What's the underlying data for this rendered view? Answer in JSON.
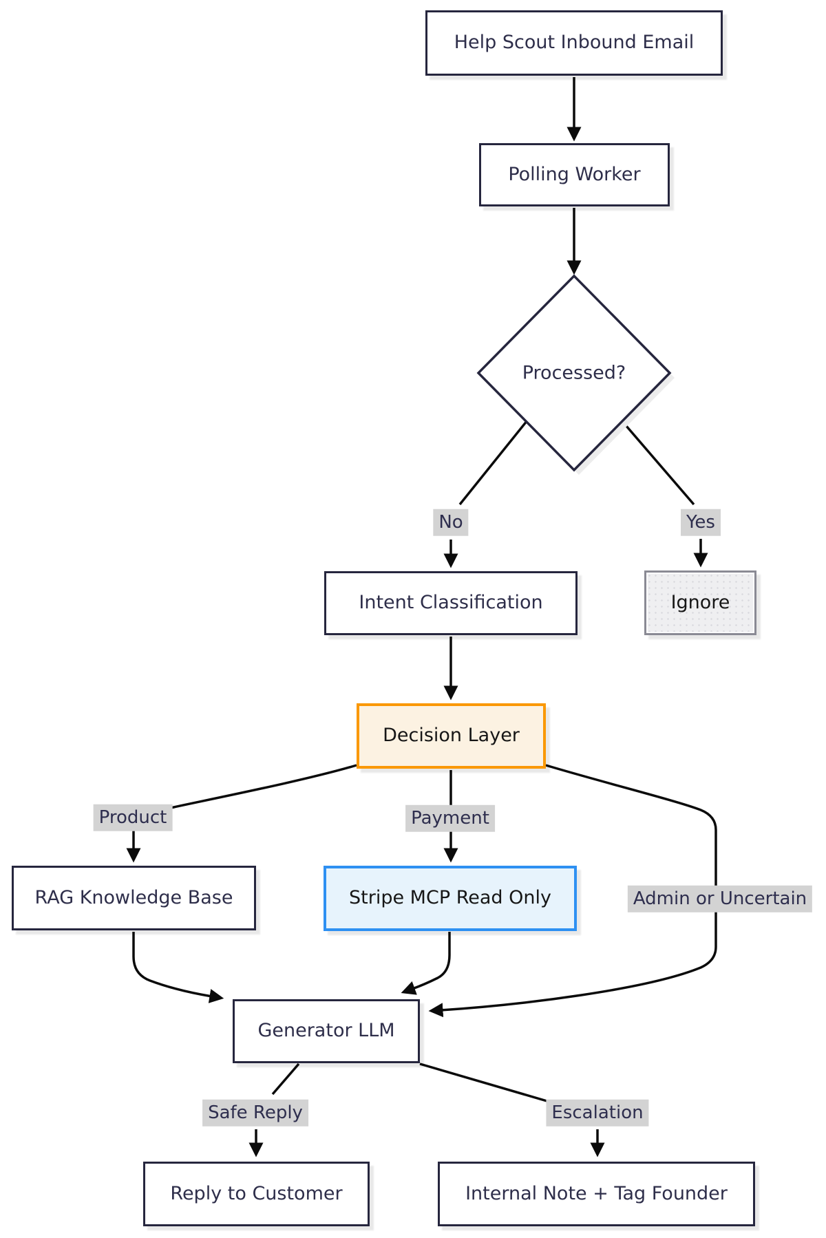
{
  "diagram": {
    "type": "flowchart",
    "nodes": {
      "help_scout": {
        "label": "Help Scout Inbound Email",
        "shape": "rect",
        "style": "default"
      },
      "polling_worker": {
        "label": "Polling Worker",
        "shape": "rect",
        "style": "default"
      },
      "processed": {
        "label": "Processed?",
        "shape": "diamond",
        "style": "default"
      },
      "intent_classification": {
        "label": "Intent Classification",
        "shape": "rect",
        "style": "default"
      },
      "ignore": {
        "label": "Ignore",
        "shape": "rect",
        "style": "gray"
      },
      "decision_layer": {
        "label": "Decision Layer",
        "shape": "rect",
        "style": "orange"
      },
      "rag_kb": {
        "label": "RAG Knowledge Base",
        "shape": "rect",
        "style": "default"
      },
      "stripe_mcp": {
        "label": "Stripe MCP Read Only",
        "shape": "rect",
        "style": "blue"
      },
      "generator_llm": {
        "label": "Generator LLM",
        "shape": "rect",
        "style": "default"
      },
      "reply_customer": {
        "label": "Reply to Customer",
        "shape": "rect",
        "style": "default"
      },
      "internal_note": {
        "label": "Internal Note + Tag Founder",
        "shape": "rect",
        "style": "default"
      }
    },
    "edge_labels": {
      "no": "No",
      "yes": "Yes",
      "product": "Product",
      "payment": "Payment",
      "admin_or_uncertain": "Admin or Uncertain",
      "safe_reply": "Safe Reply",
      "escalation": "Escalation"
    },
    "edges": [
      {
        "from": "help_scout",
        "to": "polling_worker",
        "label": ""
      },
      {
        "from": "polling_worker",
        "to": "processed",
        "label": ""
      },
      {
        "from": "processed",
        "to": "intent_classification",
        "label": "No"
      },
      {
        "from": "processed",
        "to": "ignore",
        "label": "Yes"
      },
      {
        "from": "intent_classification",
        "to": "decision_layer",
        "label": ""
      },
      {
        "from": "decision_layer",
        "to": "rag_kb",
        "label": "Product"
      },
      {
        "from": "decision_layer",
        "to": "stripe_mcp",
        "label": "Payment"
      },
      {
        "from": "decision_layer",
        "to": "generator_llm",
        "label": "Admin or Uncertain"
      },
      {
        "from": "rag_kb",
        "to": "generator_llm",
        "label": ""
      },
      {
        "from": "stripe_mcp",
        "to": "generator_llm",
        "label": ""
      },
      {
        "from": "generator_llm",
        "to": "reply_customer",
        "label": "Safe Reply"
      },
      {
        "from": "generator_llm",
        "to": "internal_note",
        "label": "Escalation"
      }
    ],
    "colors": {
      "background": "#FFFFFF",
      "node_border": "#26263E",
      "node_fill": "#FFFFFF",
      "node_text": "#2E2E4A",
      "edge_stroke": "#0B0B0B",
      "edge_label_bg": "#D3D3D3",
      "edge_label_text": "#2E2E4E",
      "decision_layer_border": "#FA9805",
      "decision_layer_fill": "#FCF2E2",
      "stripe_border": "#2E90F2",
      "stripe_fill": "#E7F3FC",
      "ignore_border": "#8A8A94",
      "ignore_fill": "#EFEFF1",
      "shadow": "#ECECEC"
    }
  }
}
